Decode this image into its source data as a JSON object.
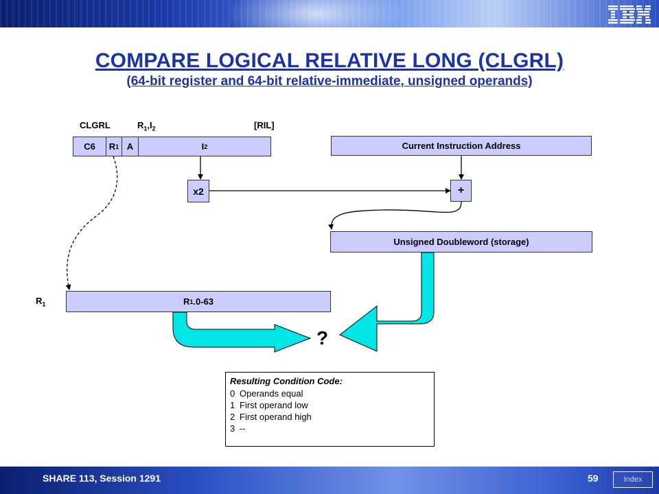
{
  "header": {
    "logo_text": "IBM"
  },
  "slide": {
    "title": "COMPARE LOGICAL RELATIVE LONG (CLGRL)",
    "subtitle": "(64-bit register and 64-bit relative-immediate, unsigned operands)"
  },
  "instruction": {
    "mnemonic": "CLGRL",
    "operands": {
      "r": "R",
      "r_sub": "1",
      "sep": ",",
      "i": "I",
      "i_sub": "2"
    },
    "format": "[RIL]",
    "fields": {
      "opcode": "C6",
      "r1": "R",
      "r1_sub": "1",
      "ext": "A",
      "i2": "I",
      "i2_sub": "2"
    }
  },
  "diagram": {
    "current_address": "Current Instruction Address",
    "multiply": "x2",
    "plus": "+",
    "storage": "Unsigned Doubleword (storage)",
    "register_label": "R",
    "register_label_sub": "1",
    "register_box": "R",
    "register_box_sub": "1",
    "register_box_suffix": ".0-63",
    "compare_mark": "?"
  },
  "condition_codes": {
    "title": "Resulting Condition Code:",
    "items": [
      {
        "code": "0",
        "text": "Operands equal"
      },
      {
        "code": "1",
        "text": "First operand low"
      },
      {
        "code": "2",
        "text": "First operand high"
      },
      {
        "code": "3",
        "text": "--"
      }
    ]
  },
  "footer": {
    "session": "SHARE 113, Session 1291",
    "page": "59",
    "index_label": "Index"
  },
  "colors": {
    "box_fill": "#ccccff",
    "arrow_fill": "#00e5e5",
    "title": "#1b33a3"
  }
}
